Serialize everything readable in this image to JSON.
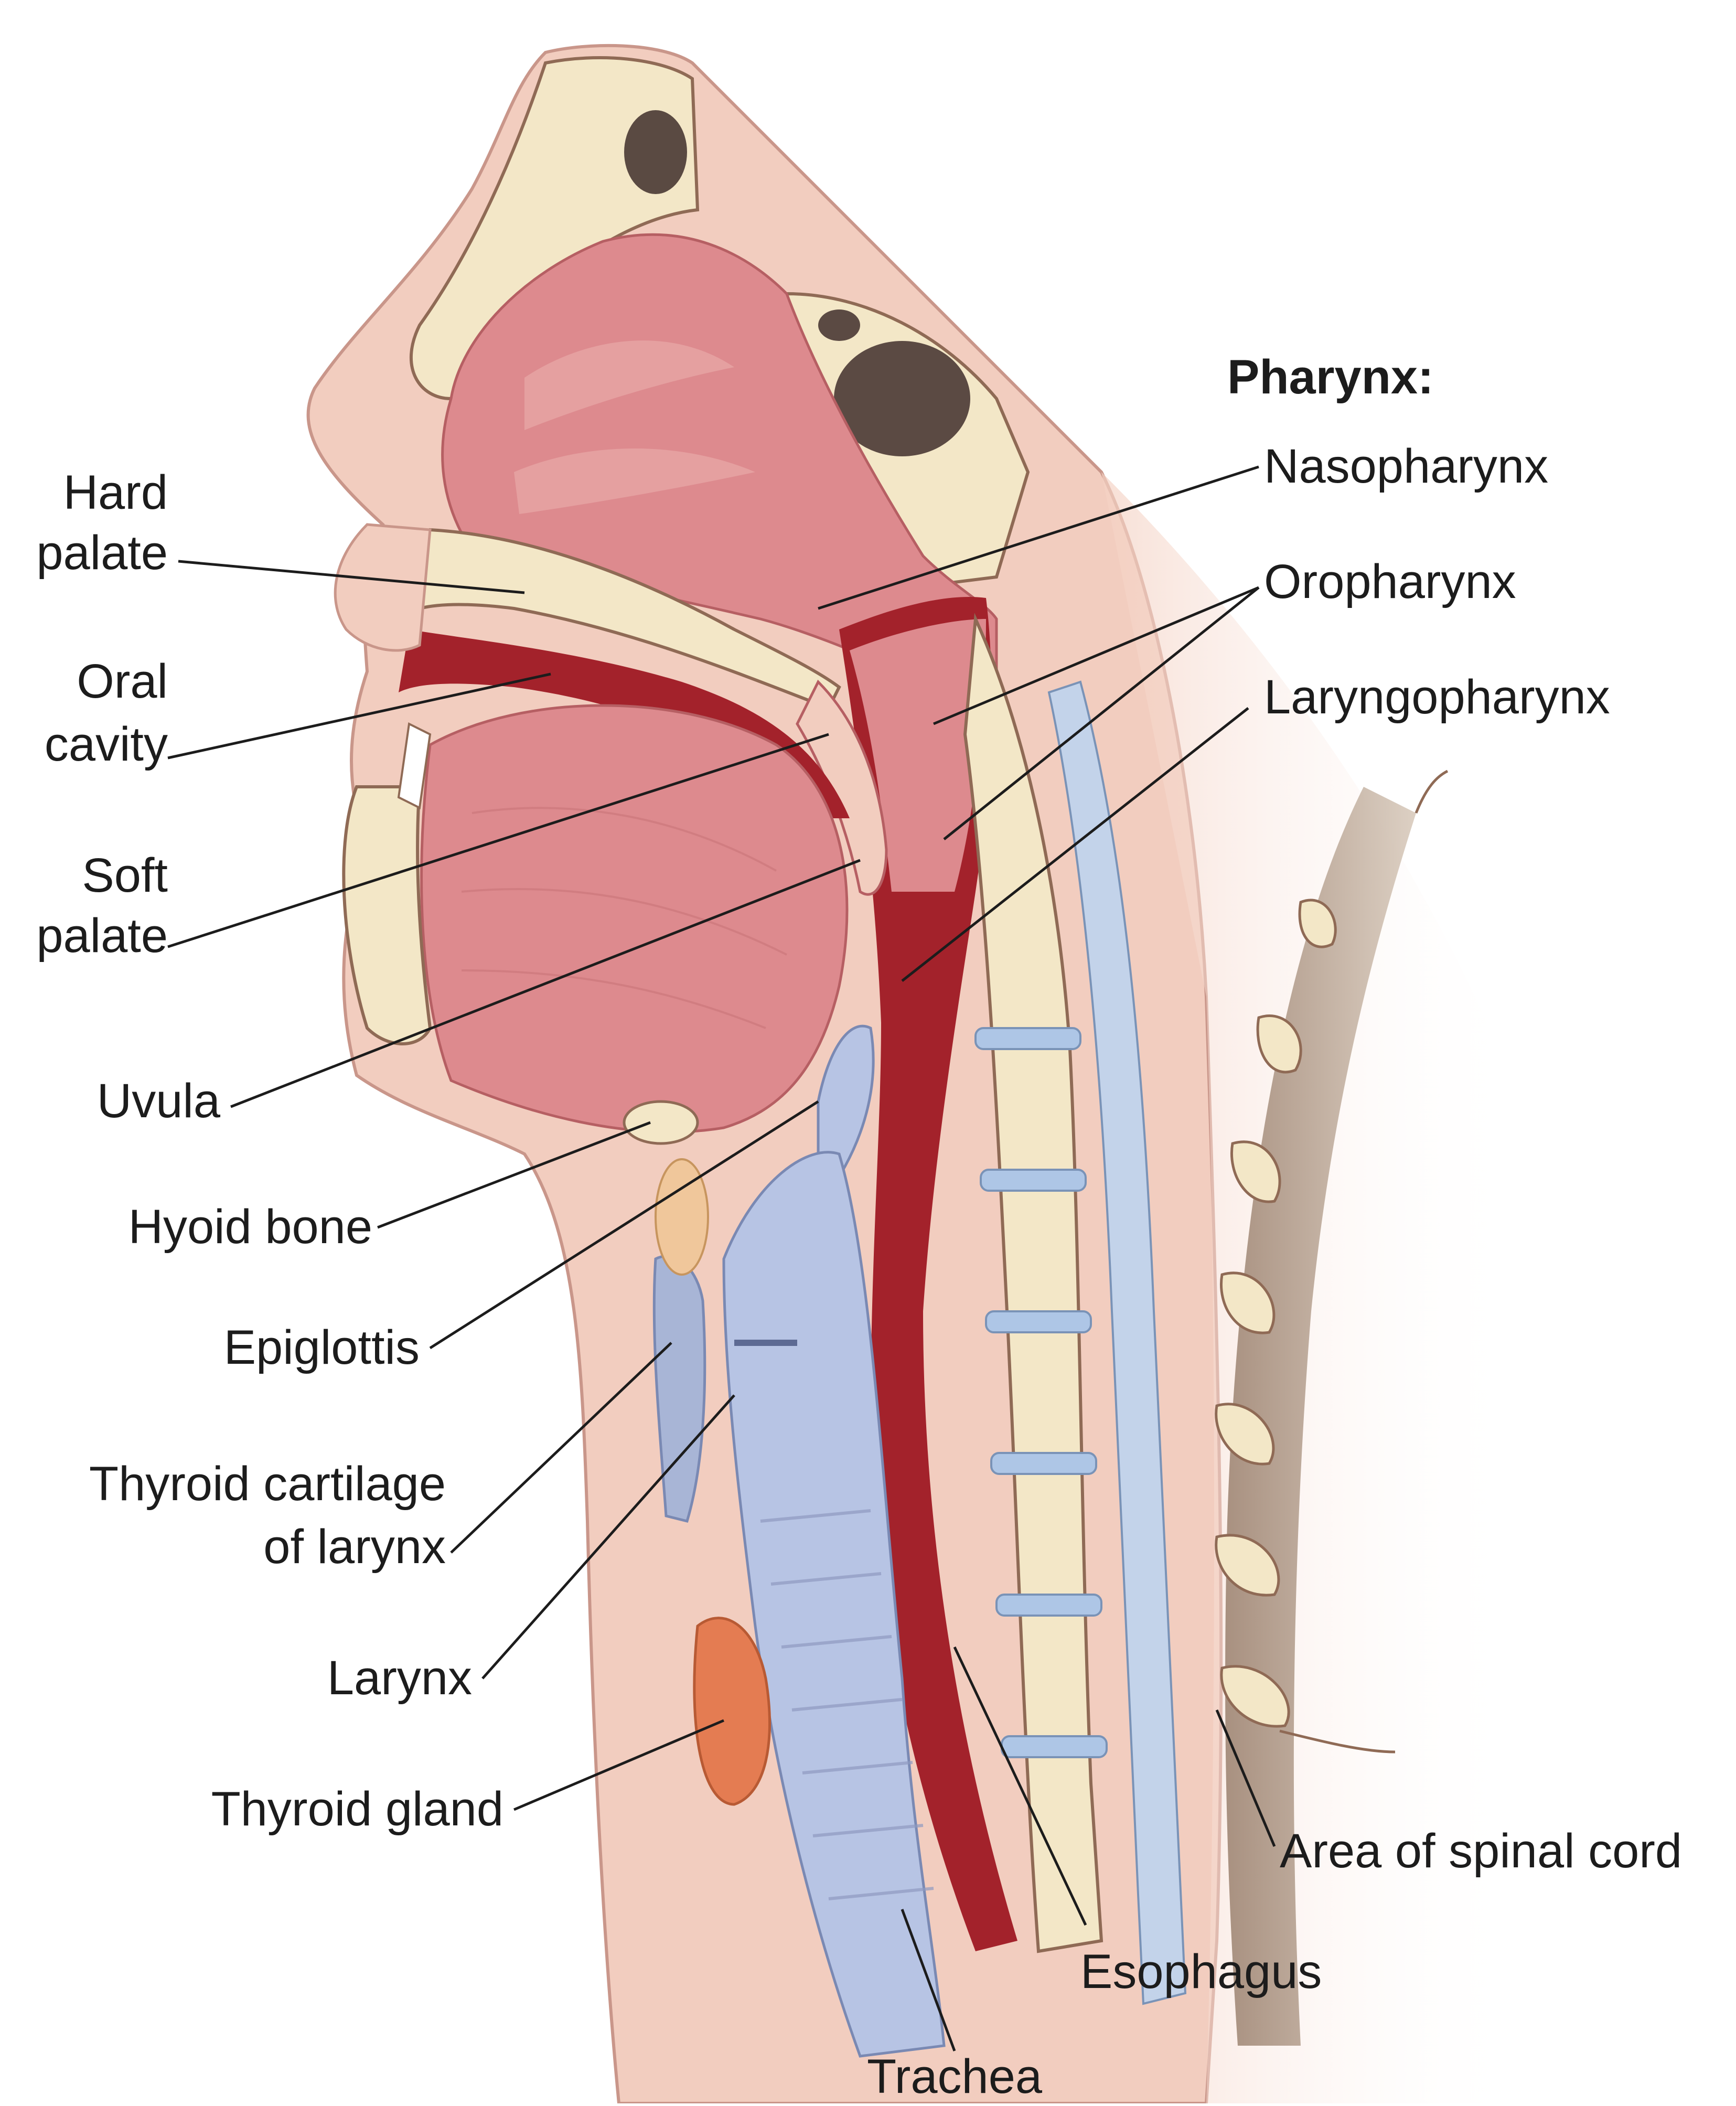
{
  "header": {
    "pharynx_title": "Pharynx:"
  },
  "left_labels": {
    "hard_palate": [
      "Hard",
      "palate"
    ],
    "oral_cavity": [
      "Oral",
      "cavity"
    ],
    "soft_palate": [
      "Soft",
      "palate"
    ],
    "uvula": "Uvula",
    "hyoid_bone": "Hyoid bone",
    "epiglottis": "Epiglottis",
    "thyroid_cartilage": [
      "Thyroid cartilage",
      "of larynx"
    ],
    "larynx": "Larynx",
    "thyroid_gland": "Thyroid gland"
  },
  "right_labels": {
    "nasopharynx": "Nasopharynx",
    "oropharynx": "Oropharynx",
    "laryngopharynx": "Laryngopharynx",
    "spinal_cord_area": "Area of spinal cord"
  },
  "bottom_labels": {
    "esophagus": "Esophagus",
    "trachea": "Trachea"
  },
  "colors": {
    "skin": "#f2cdbf",
    "mucosa": "#dd8a8e",
    "deep_red": "#a3222b",
    "bone": "#f3e7c7",
    "cartilage_blue": "#b7c4e4",
    "disc_blue": "#aec6e6",
    "thyroid_orange": "#e47c52",
    "spinal_brown": "#b39d8a",
    "text": "#1c1c1c"
  }
}
